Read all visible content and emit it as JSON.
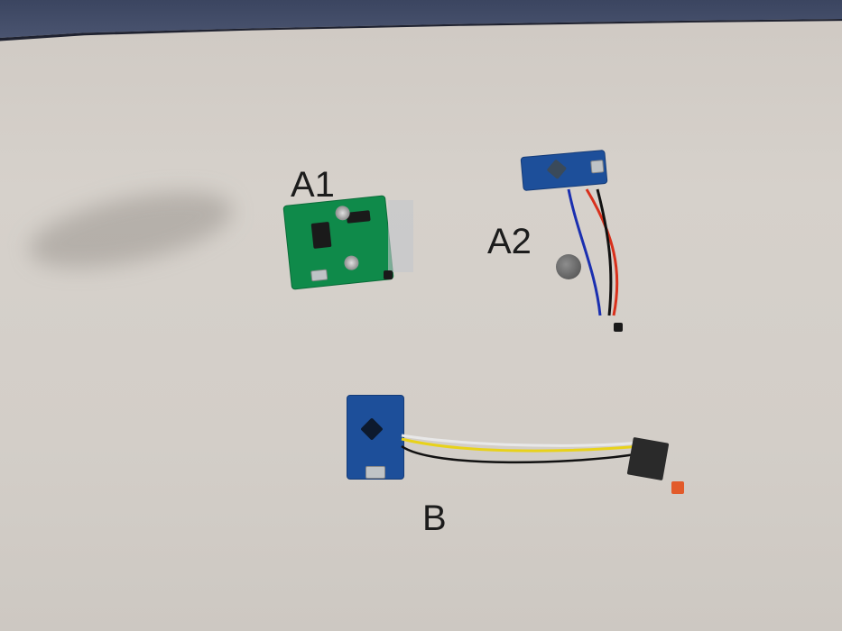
{
  "scene": {
    "description": "Photo of electronic modules on a white surface with fabric at top",
    "background_color": "#d4cfc9",
    "fabric_color": "#434d68"
  },
  "labels": {
    "a1": "A1",
    "a2": "A2",
    "b": "B"
  },
  "components": {
    "a1": {
      "type": "green-pcb-module",
      "color": "#0f8a4a"
    },
    "a2": {
      "type": "blue-microcontroller-board-with-wires-and-sensor",
      "color": "#1d4f9a",
      "wire_colors": [
        "#1a2fb0",
        "#d8301c",
        "#111111"
      ]
    },
    "a2_magnet": {
      "type": "coin-magnet"
    },
    "b": {
      "type": "blue-microcontroller-board-with-microswitch",
      "color": "#1d4f9a",
      "wire_colors": [
        "#e8d21a",
        "#e8e8e8",
        "#111111"
      ],
      "lever_color": "#e25a2a"
    }
  }
}
